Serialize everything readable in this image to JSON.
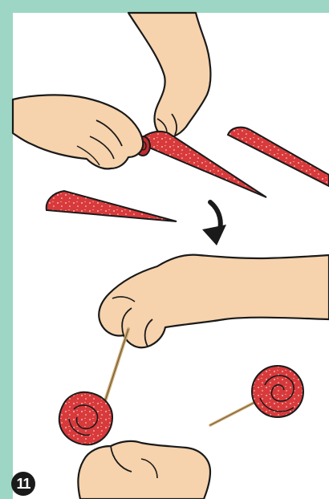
{
  "step": {
    "number": "11"
  },
  "colors": {
    "frame": "#9dd6c4",
    "paper": "#ffffff",
    "skin": "#f6d3ad",
    "strawberry_slice": "#d83a3c",
    "toothpick": "#c9a46a",
    "outline": "#1a1a1a",
    "badge": "#1a1a1a"
  },
  "illustration": {
    "top_scene": "hands-rolling-strawberry-slice",
    "bottom_scene": "hands-forming-strawberry-rose-on-toothpick",
    "arrow": "curved-down-arrow-icon"
  }
}
